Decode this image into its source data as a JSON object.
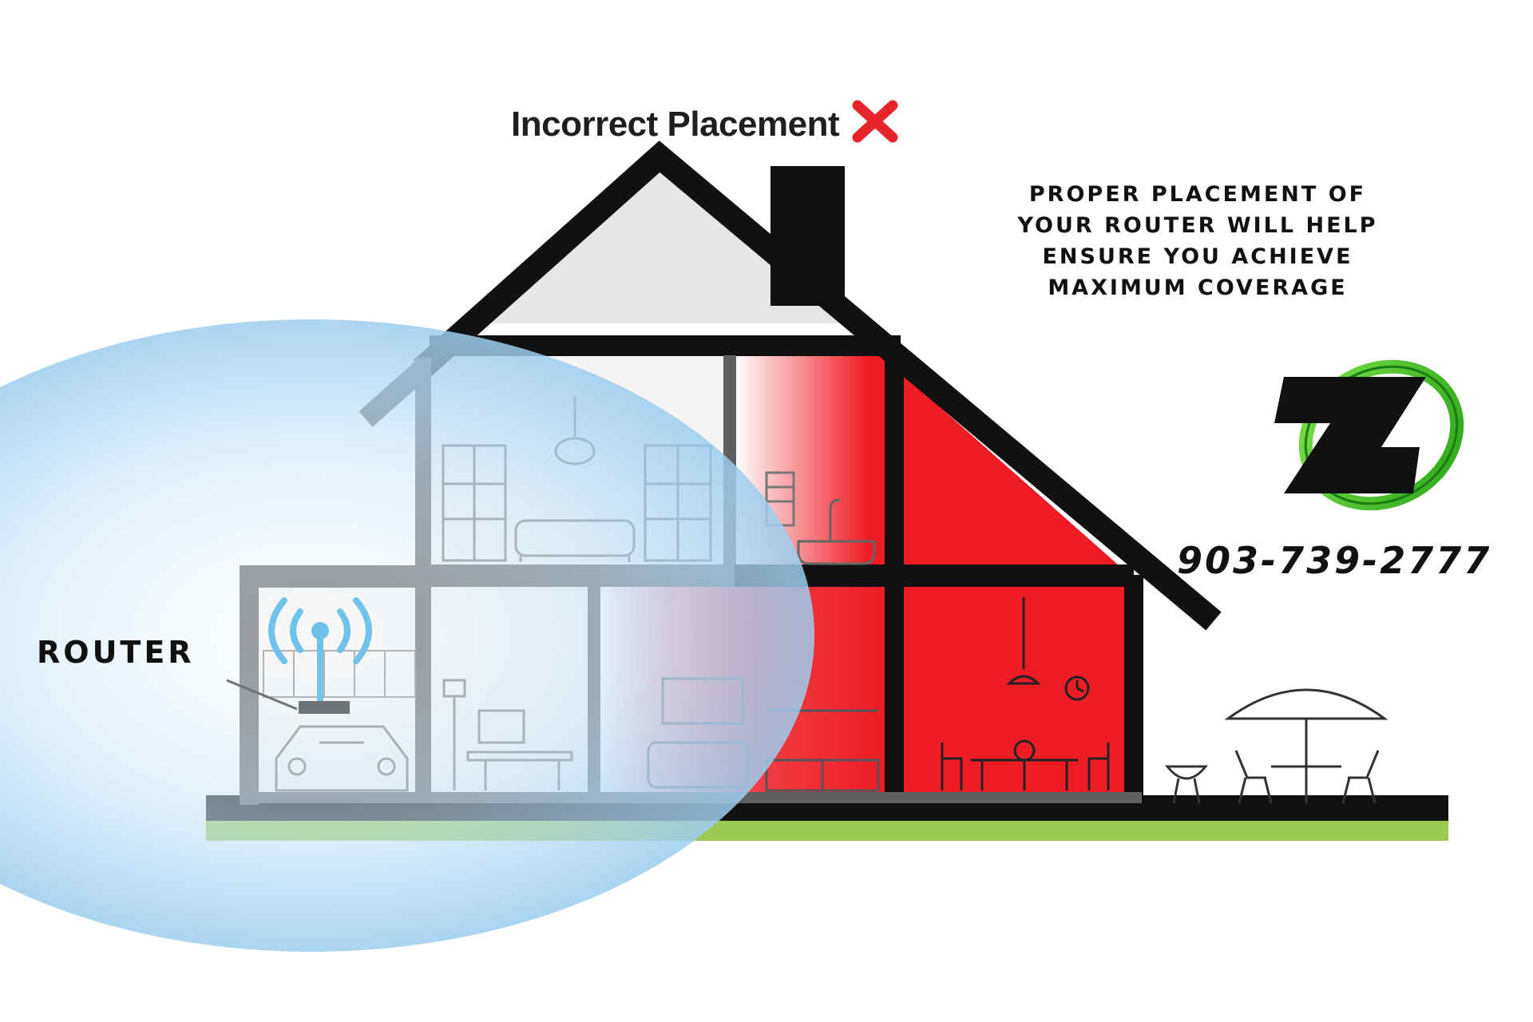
{
  "heading": {
    "text": "Incorrect Placement",
    "icon": "red-x-icon",
    "icon_color": "#e8242a"
  },
  "tagline": {
    "lines": [
      "PROPER PLACEMENT OF",
      "YOUR ROUTER WILL HELP",
      "ENSURE YOU ACHIEVE",
      "MAXIMUM COVERAGE"
    ]
  },
  "router_label": "ROUTER",
  "logo": {
    "letter": "Z",
    "ring_color": "#3ec21f"
  },
  "phone": "903-739-2777",
  "colors": {
    "wall": "#111111",
    "interior_wall": "#5f6062",
    "dead_zone": "#ee1c24",
    "coverage": "#8ec8ee",
    "wifi": "#1e9fe0",
    "ground": "#9cc94f",
    "attic": "#e6e6e6"
  },
  "icons": [
    "car-icon",
    "wifi-router-icon",
    "wifi-signal-icon",
    "bookshelf-icon",
    "sofa-icon",
    "chandelier-icon",
    "desk-icon",
    "floor-lamp-icon",
    "bathtub-icon",
    "towel-rack-icon",
    "pendant-lamp-icon",
    "wall-clock-icon",
    "dining-table-icon",
    "patio-umbrella-icon",
    "grill-icon",
    "patio-chair-icon"
  ]
}
